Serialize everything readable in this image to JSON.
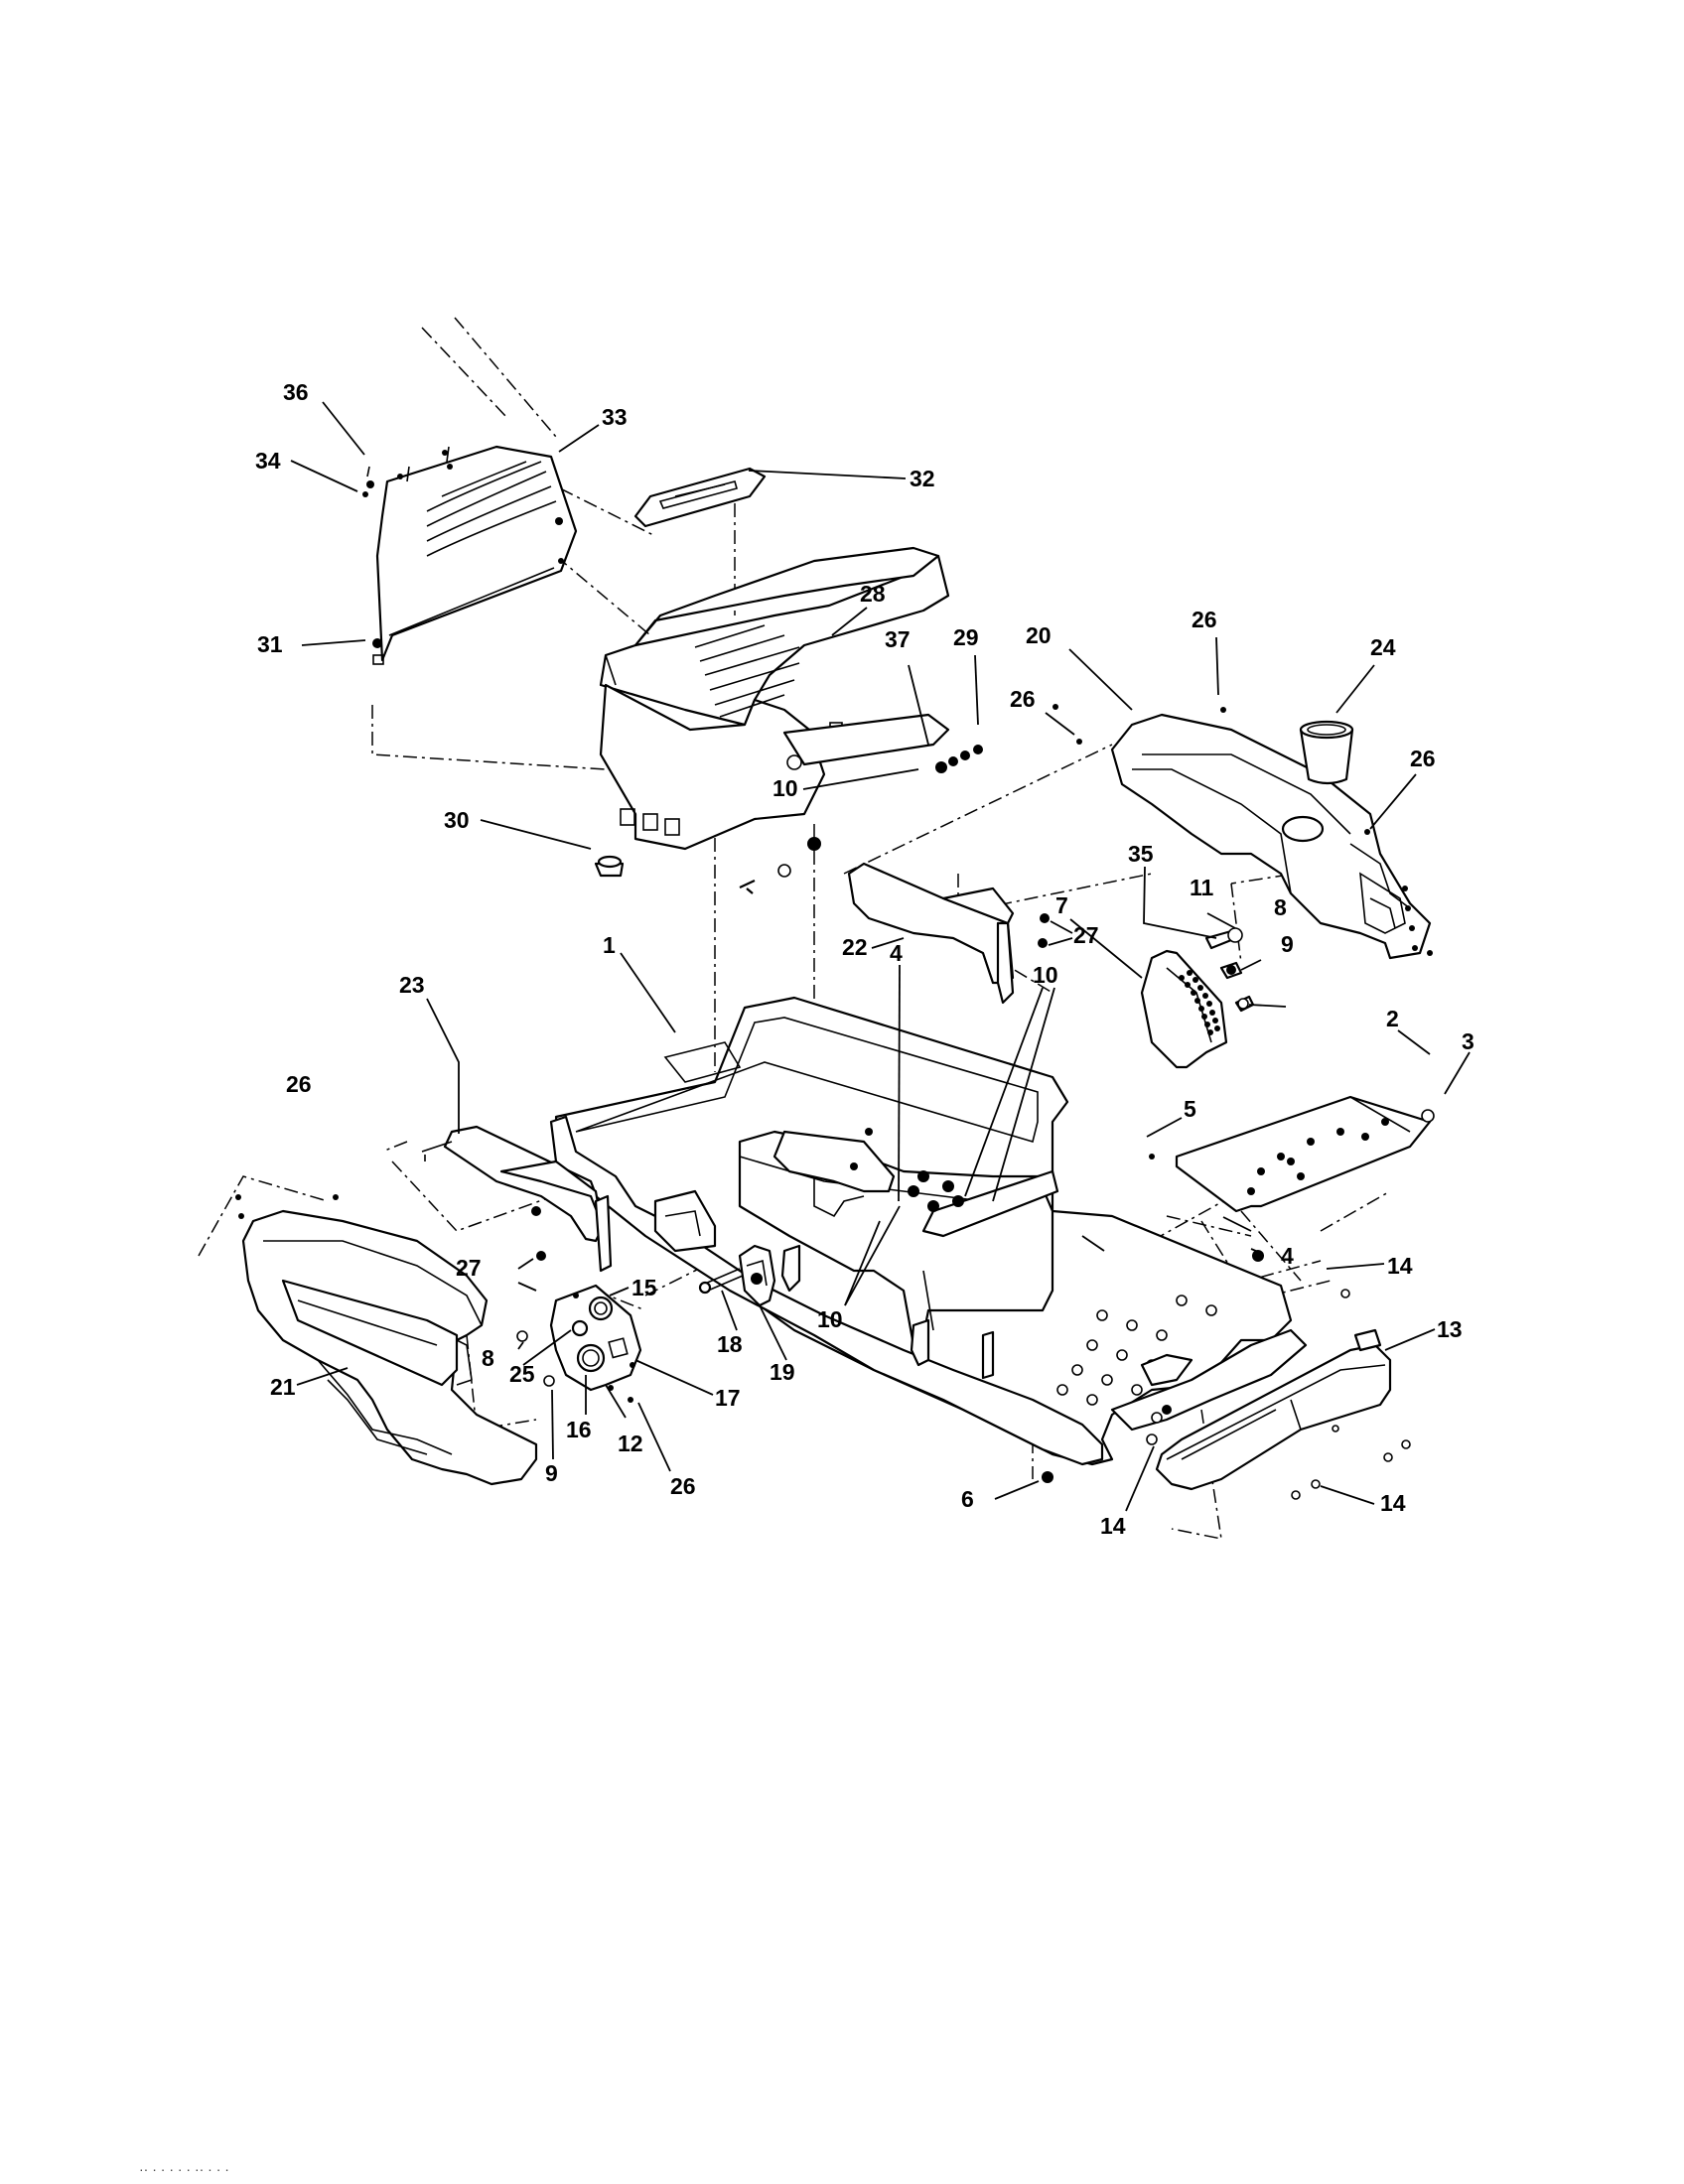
{
  "callouts": [
    {
      "id": "36",
      "label": "36"
    },
    {
      "id": "34",
      "label": "34"
    },
    {
      "id": "33",
      "label": "33"
    },
    {
      "id": "32",
      "label": "32"
    },
    {
      "id": "31",
      "label": "31"
    },
    {
      "id": "28",
      "label": "28"
    },
    {
      "id": "37",
      "label": "37"
    },
    {
      "id": "29",
      "label": "29"
    },
    {
      "id": "20",
      "label": "20"
    },
    {
      "id": "26a",
      "label": "26"
    },
    {
      "id": "24",
      "label": "24"
    },
    {
      "id": "26b",
      "label": "26"
    },
    {
      "id": "26c",
      "label": "26"
    },
    {
      "id": "10a",
      "label": "10"
    },
    {
      "id": "30",
      "label": "30"
    },
    {
      "id": "35",
      "label": "35"
    },
    {
      "id": "11",
      "label": "11"
    },
    {
      "id": "7",
      "label": "7"
    },
    {
      "id": "8a",
      "label": "8"
    },
    {
      "id": "9a",
      "label": "9"
    },
    {
      "id": "22",
      "label": "22"
    },
    {
      "id": "27a",
      "label": "27"
    },
    {
      "id": "1",
      "label": "1"
    },
    {
      "id": "4a",
      "label": "4"
    },
    {
      "id": "10b",
      "label": "10"
    },
    {
      "id": "23",
      "label": "23"
    },
    {
      "id": "2",
      "label": "2"
    },
    {
      "id": "3",
      "label": "3"
    },
    {
      "id": "26d",
      "label": "26"
    },
    {
      "id": "5",
      "label": "5"
    },
    {
      "id": "4b",
      "label": "4"
    },
    {
      "id": "14a",
      "label": "14"
    },
    {
      "id": "13",
      "label": "13"
    },
    {
      "id": "27b",
      "label": "27"
    },
    {
      "id": "15",
      "label": "15"
    },
    {
      "id": "18",
      "label": "18"
    },
    {
      "id": "19",
      "label": "19"
    },
    {
      "id": "10c",
      "label": "10"
    },
    {
      "id": "8b",
      "label": "8"
    },
    {
      "id": "25",
      "label": "25"
    },
    {
      "id": "17",
      "label": "17"
    },
    {
      "id": "21",
      "label": "21"
    },
    {
      "id": "16",
      "label": "16"
    },
    {
      "id": "12",
      "label": "12"
    },
    {
      "id": "9b",
      "label": "9"
    },
    {
      "id": "26e",
      "label": "26"
    },
    {
      "id": "6",
      "label": "6"
    },
    {
      "id": "14b",
      "label": "14"
    },
    {
      "id": "14c",
      "label": "14"
    }
  ],
  "footer_marks": "·· ·   ·  · ·      ·        ··      ·        ·      ·"
}
